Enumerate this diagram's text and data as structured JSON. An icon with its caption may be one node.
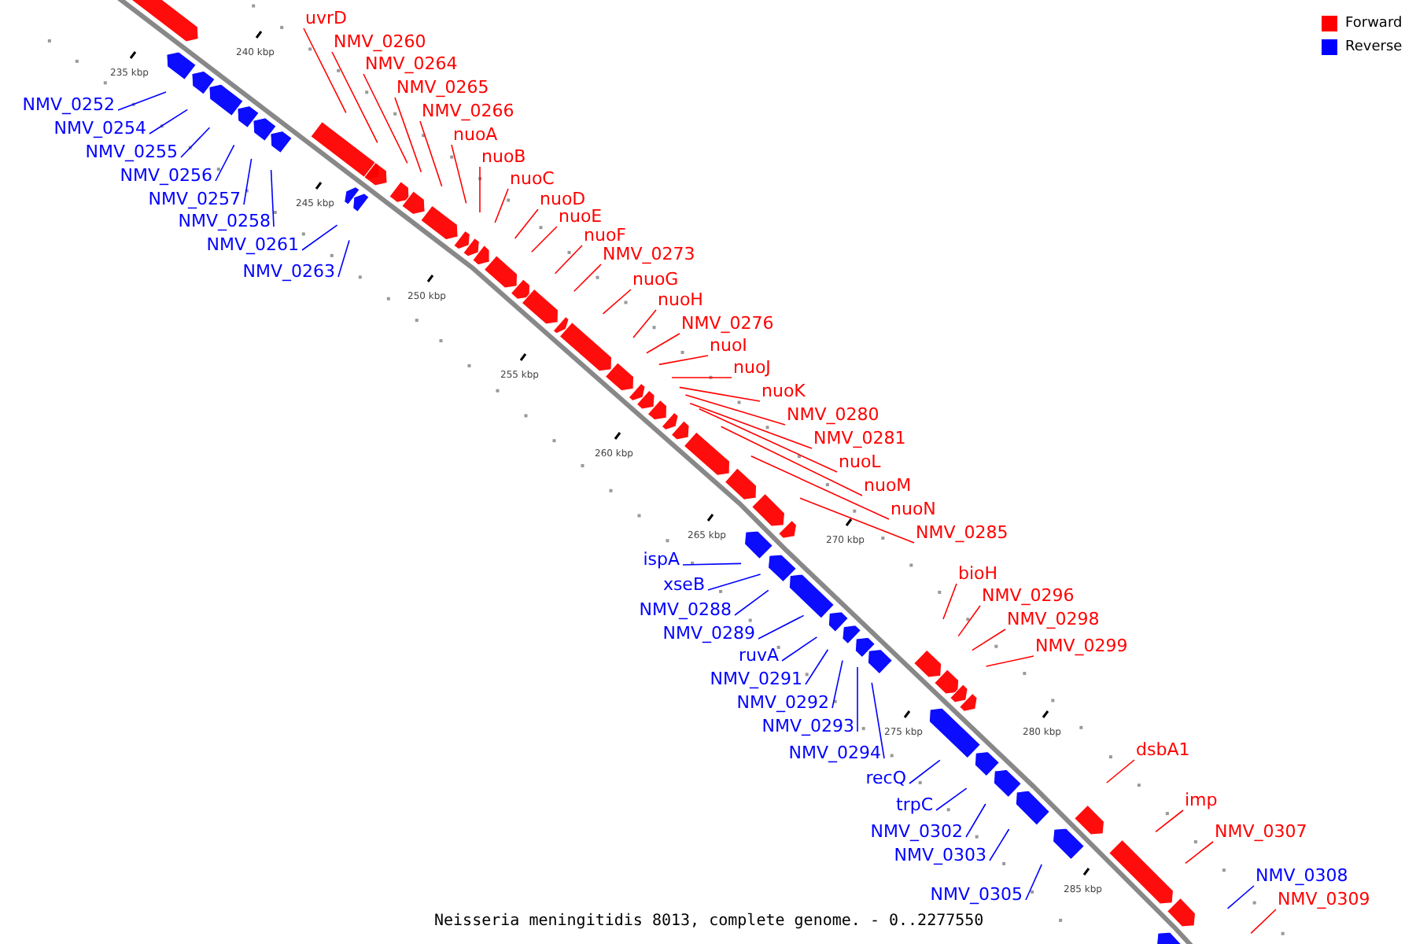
{
  "diagram": {
    "caption": "Neisseria meningitidis 8013, complete genome. - 0..2277550",
    "nodes": [
      {
        "text": [
          "uvrD"
        ]
      },
      {
        "text": [
          "NMV_0260"
        ]
      },
      {
        "text": [
          "NMV_0264"
        ]
      },
      {
        "text": [
          "NMV_0265"
        ]
      },
      {
        "text": [
          "NMV_0252"
        ]
      },
      {
        "text": [
          "NMV_0266"
        ]
      },
      {
        "text": [
          "NMV_0254"
        ]
      },
      {
        "text": [
          "nuoA"
        ]
      },
      {
        "text": [
          "NMV_0255"
        ]
      },
      {
        "text": [
          "nuoB"
        ]
      },
      {
        "text": [
          "NMV_0256"
        ]
      },
      {
        "text": [
          "nuoC"
        ]
      },
      {
        "text": [
          "NMV_0257"
        ]
      },
      {
        "text": [
          "nuoD"
        ]
      },
      {
        "text": [
          "nuoE"
        ]
      },
      {
        "text": [
          "NMV_0258"
        ]
      },
      {
        "text": [
          "nuoF"
        ]
      },
      {
        "text": [
          "NMV_0261"
        ]
      },
      {
        "text": [
          "NMV_0273"
        ]
      },
      {
        "text": [
          "NMV_0263"
        ]
      },
      {
        "text": [
          "nuoG"
        ]
      },
      {
        "text": [
          "nuoH"
        ]
      },
      {
        "text": [
          "NMV_0276"
        ]
      },
      {
        "text": [
          "nuoI"
        ]
      },
      {
        "text": [
          "nuoJ"
        ]
      },
      {
        "text": [
          "nuoK"
        ]
      },
      {
        "text": [
          "NMV_0280"
        ]
      },
      {
        "text": [
          "NMV_0281"
        ]
      },
      {
        "text": [
          "nuoL"
        ]
      },
      {
        "text": [
          "nuoM"
        ]
      },
      {
        "text": [
          "nuoN"
        ]
      },
      {
        "text": [
          "NMV_0285"
        ]
      },
      {
        "text": [
          "ispA"
        ]
      },
      {
        "text": [
          "bioH"
        ]
      },
      {
        "text": [
          "xseB"
        ]
      },
      {
        "text": [
          "NMV_0296"
        ]
      },
      {
        "text": [
          "NMV_0288"
        ]
      },
      {
        "text": [
          "NMV_0298"
        ]
      },
      {
        "text": [
          "NMV_0289"
        ]
      },
      {
        "text": [
          "NMV_0299"
        ]
      },
      {
        "text": [
          "ruvA"
        ]
      },
      {
        "text": [
          "NMV_0291"
        ]
      },
      {
        "text": [
          "NMV_0292"
        ]
      },
      {
        "text": [
          "NMV_0293"
        ]
      },
      {
        "text": [
          "dsbA1"
        ]
      },
      {
        "text": [
          "NMV_0294"
        ]
      },
      {
        "text": [
          "recQ"
        ]
      },
      {
        "text": [
          "imp"
        ]
      },
      {
        "text": [
          "trpC"
        ]
      },
      {
        "text": [
          "NMV_0302"
        ]
      },
      {
        "text": [
          "NMV_0307"
        ]
      },
      {
        "text": [
          "NMV_0303"
        ]
      },
      {
        "text": [
          "NMV_0308"
        ]
      },
      {
        "text": [
          "NMV_0305"
        ]
      },
      {
        "text": [
          "NMV_0309"
        ]
      }
    ],
    "edges": [
      {
        "from": 0,
        "to": null,
        "arrow": "none",
        "color": "#ff0000"
      },
      {
        "from": 1,
        "to": null,
        "arrow": "none",
        "color": "#ff0000"
      },
      {
        "from": 2,
        "to": null,
        "arrow": "none",
        "color": "#ff0000"
      },
      {
        "from": 3,
        "to": null,
        "arrow": "none",
        "color": "#ff0000"
      },
      {
        "from": 4,
        "to": null,
        "arrow": "none",
        "color": "#0000ff"
      },
      {
        "from": 5,
        "to": null,
        "arrow": "none",
        "color": "#ff0000"
      },
      {
        "from": 6,
        "to": null,
        "arrow": "none",
        "color": "#0000ff"
      },
      {
        "from": 7,
        "to": null,
        "arrow": "none",
        "color": "#ff0000"
      },
      {
        "from": 8,
        "to": null,
        "arrow": "none",
        "color": "#0000ff"
      },
      {
        "from": 9,
        "to": null,
        "arrow": "none",
        "color": "#ff0000"
      },
      {
        "from": 10,
        "to": null,
        "arrow": "none",
        "color": "#0000ff"
      },
      {
        "from": 11,
        "to": null,
        "arrow": "none",
        "color": "#ff0000"
      },
      {
        "from": 12,
        "to": null,
        "arrow": "none",
        "color": "#0000ff"
      },
      {
        "from": 13,
        "to": null,
        "arrow": "none",
        "color": "#ff0000"
      },
      {
        "from": 14,
        "to": null,
        "arrow": "none",
        "color": "#ff0000"
      },
      {
        "from": 15,
        "to": null,
        "arrow": "none",
        "color": "#0000ff"
      },
      {
        "from": 16,
        "to": null,
        "arrow": "none",
        "color": "#ff0000"
      },
      {
        "from": 17,
        "to": null,
        "arrow": "none",
        "color": "#0000ff"
      },
      {
        "from": 18,
        "to": null,
        "arrow": "none",
        "color": "#ff0000"
      },
      {
        "from": 19,
        "to": null,
        "arrow": "none",
        "color": "#0000ff"
      },
      {
        "from": 20,
        "to": null,
        "arrow": "none",
        "color": "#ff0000"
      },
      {
        "from": 21,
        "to": null,
        "arrow": "none",
        "color": "#ff0000"
      },
      {
        "from": 22,
        "to": null,
        "arrow": "none",
        "color": "#ff0000"
      },
      {
        "from": 23,
        "to": null,
        "arrow": "none",
        "color": "#ff0000"
      },
      {
        "from": 24,
        "to": null,
        "arrow": "none",
        "color": "#ff0000"
      },
      {
        "from": 25,
        "to": null,
        "arrow": "none",
        "color": "#ff0000"
      },
      {
        "from": 26,
        "to": null,
        "arrow": "none",
        "color": "#ff0000"
      },
      {
        "from": 27,
        "to": null,
        "arrow": "none",
        "color": "#ff0000"
      },
      {
        "from": 28,
        "to": null,
        "arrow": "none",
        "color": "#ff0000"
      },
      {
        "from": 29,
        "to": null,
        "arrow": "none",
        "color": "#ff0000"
      },
      {
        "from": 30,
        "to": null,
        "arrow": "none",
        "color": "#ff0000"
      },
      {
        "from": 31,
        "to": null,
        "arrow": "none",
        "color": "#ff0000"
      },
      {
        "from": 32,
        "to": null,
        "arrow": "none",
        "color": "#0000ff"
      },
      {
        "from": 33,
        "to": null,
        "arrow": "none",
        "color": "#ff0000"
      },
      {
        "from": 34,
        "to": null,
        "arrow": "none",
        "color": "#0000ff"
      },
      {
        "from": 35,
        "to": null,
        "arrow": "none",
        "color": "#ff0000"
      },
      {
        "from": 36,
        "to": null,
        "arrow": "none",
        "color": "#0000ff"
      },
      {
        "from": 37,
        "to": null,
        "arrow": "none",
        "color": "#ff0000"
      },
      {
        "from": 38,
        "to": null,
        "arrow": "none",
        "color": "#0000ff"
      },
      {
        "from": 39,
        "to": null,
        "arrow": "none",
        "color": "#ff0000"
      },
      {
        "from": 40,
        "to": null,
        "arrow": "none",
        "color": "#0000ff"
      },
      {
        "from": 41,
        "to": null,
        "arrow": "none",
        "color": "#0000ff"
      },
      {
        "from": 42,
        "to": null,
        "arrow": "none",
        "color": "#0000ff"
      },
      {
        "from": 43,
        "to": null,
        "arrow": "none",
        "color": "#0000ff"
      },
      {
        "from": 44,
        "to": null,
        "arrow": "none",
        "color": "#ff0000"
      },
      {
        "from": 45,
        "to": null,
        "arrow": "none",
        "color": "#0000ff"
      },
      {
        "from": 46,
        "to": null,
        "arrow": "none",
        "color": "#0000ff"
      },
      {
        "from": 47,
        "to": null,
        "arrow": "none",
        "color": "#ff0000"
      },
      {
        "from": 48,
        "to": null,
        "arrow": "none",
        "color": "#0000ff"
      },
      {
        "from": 49,
        "to": null,
        "arrow": "none",
        "color": "#0000ff"
      },
      {
        "from": 50,
        "to": null,
        "arrow": "none",
        "color": "#ff0000"
      },
      {
        "from": 51,
        "to": null,
        "arrow": "none",
        "color": "#0000ff"
      },
      {
        "from": 52,
        "to": null,
        "arrow": "none",
        "color": "#0000ff"
      },
      {
        "from": 53,
        "to": null,
        "arrow": "none",
        "color": "#0000ff"
      },
      {
        "from": 54,
        "to": null,
        "arrow": "none",
        "color": "#ff0000"
      }
    ],
    "labels": [
      "235 kbp",
      "240 kbp",
      "245 kbp",
      "250 kbp",
      "255 kbp",
      "260 kbp",
      "265 kbp",
      "270 kbp",
      "275 kbp",
      "280 kbp",
      "285 kbp"
    ],
    "legend": [
      {
        "text": "Forward",
        "color": "#ff0000"
      },
      {
        "text": "Reverse",
        "color": "#0000ff"
      }
    ]
  }
}
